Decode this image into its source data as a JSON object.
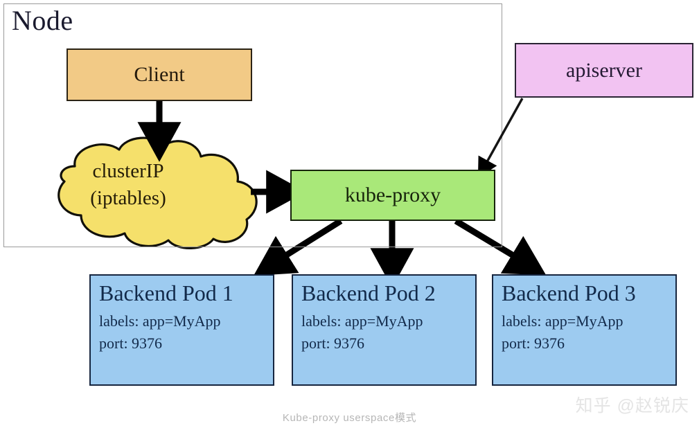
{
  "diagram": {
    "caption": "Kube-proxy userspace模式",
    "watermark": "知乎 @赵锐庆",
    "node": {
      "label": "Node"
    },
    "nodes": {
      "client": {
        "label": "Client",
        "color": "#f2ca86"
      },
      "apiserver": {
        "label": "apiserver",
        "color": "#f2c3f2"
      },
      "kube_proxy": {
        "label": "kube-proxy",
        "color": "#a9e879"
      },
      "cluster_ip": {
        "line1": "clusterIP",
        "line2": "(iptables)",
        "color": "#f5e06b"
      }
    },
    "pods": [
      {
        "title": "Backend Pod 1",
        "labels": "labels: app=MyApp",
        "port": "port: 9376",
        "color": "#9dcbf0"
      },
      {
        "title": "Backend Pod 2",
        "labels": "labels: app=MyApp",
        "port": "port: 9376",
        "color": "#9dcbf0"
      },
      {
        "title": "Backend Pod 3",
        "labels": "labels: app=MyApp",
        "port": "port: 9376",
        "color": "#9dcbf0"
      }
    ],
    "edges": [
      {
        "name": "client-to-clusterip",
        "from": "Client",
        "to": "clusterIP (iptables)"
      },
      {
        "name": "clusterip-to-kubeproxy",
        "from": "clusterIP (iptables)",
        "to": "kube-proxy"
      },
      {
        "name": "apiserver-to-kubeproxy",
        "from": "apiserver",
        "to": "kube-proxy"
      },
      {
        "name": "kubeproxy-to-pod1",
        "from": "kube-proxy",
        "to": "Backend Pod 1"
      },
      {
        "name": "kubeproxy-to-pod2",
        "from": "kube-proxy",
        "to": "Backend Pod 2"
      },
      {
        "name": "kubeproxy-to-pod3",
        "from": "kube-proxy",
        "to": "Backend Pod 3"
      }
    ]
  }
}
